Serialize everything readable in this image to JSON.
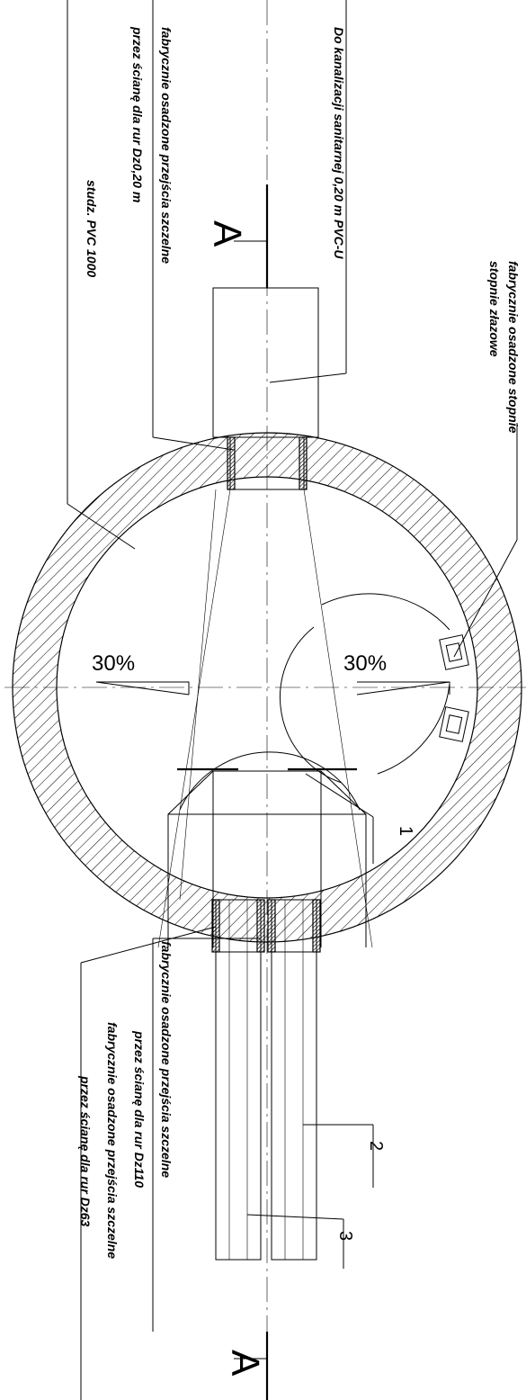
{
  "labels": {
    "outlet_pipe": "Do kanalizacji sanitarnej 0,20 m PVC-U",
    "seal_outlet_line1": "fabrycznie osadzone przejścia szczelne",
    "seal_outlet_line2": "przez ścianę dla rur Dz0,20 m",
    "manhole": "studz. PVC 1000",
    "steps_line1": "fabrycznie osadzone stopnie",
    "steps_line2": "stopnie złazowe",
    "slope_left": "30%",
    "slope_right": "30%",
    "marker_1": "1",
    "marker_2": "2",
    "marker_3": "3",
    "seal_dz110_line1": "fabrycznie osadzone przejścia szczelne",
    "seal_dz110_line2": "przez ścianę dla rur Dz110",
    "seal_dz63_line1": "fabrycznie osadzone przejścia szczelne",
    "seal_dz63_line2": "przez ścianę dla rur Dz63",
    "section_top": "A",
    "section_bottom": "A"
  }
}
